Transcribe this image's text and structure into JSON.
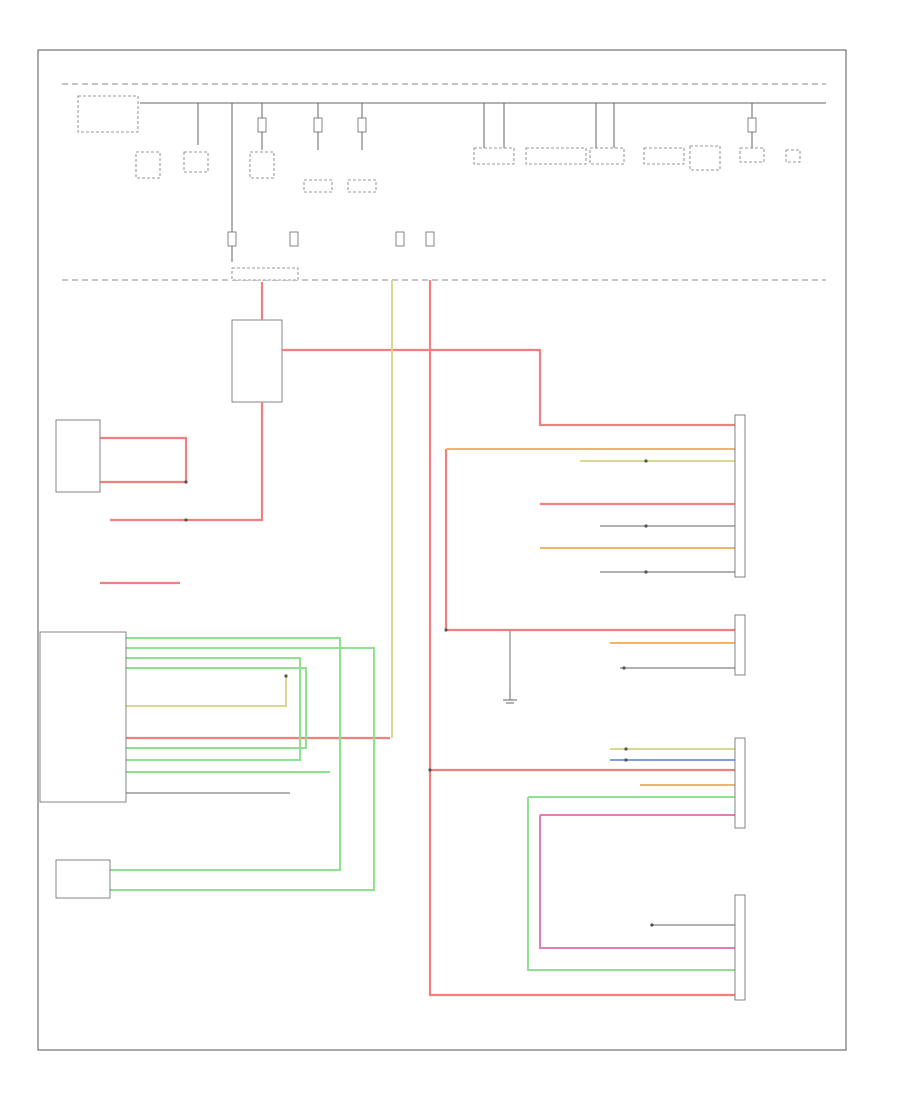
{
  "diagram": {
    "title_lines": [
      "",
      "",
      ""
    ],
    "footer_code": "",
    "colors": {
      "frame": "#555555",
      "wire_red": "#f08080",
      "wire_green": "#8fe08f",
      "wire_yellow": "#d8d890",
      "wire_orange": "#f3b46a",
      "wire_blue": "#7f9fe0",
      "wire_pink": "#e07fb0",
      "wire_gray": "#999999"
    },
    "top_fuses": [
      {
        "id": "f1"
      },
      {
        "id": "f2"
      },
      {
        "id": "f3"
      },
      {
        "id": "f4"
      },
      {
        "id": "f5"
      },
      {
        "id": "f6"
      },
      {
        "id": "f7"
      },
      {
        "id": "f8"
      },
      {
        "id": "f9"
      },
      {
        "id": "f10"
      },
      {
        "id": "f11"
      },
      {
        "id": "f12"
      }
    ],
    "modules": [
      {
        "id": "ipcm"
      },
      {
        "id": "sccm"
      },
      {
        "id": "lower-module"
      },
      {
        "id": "right-module-1"
      },
      {
        "id": "right-module-2"
      },
      {
        "id": "right-module-3"
      },
      {
        "id": "right-module-4"
      },
      {
        "id": "seat-module"
      }
    ]
  }
}
